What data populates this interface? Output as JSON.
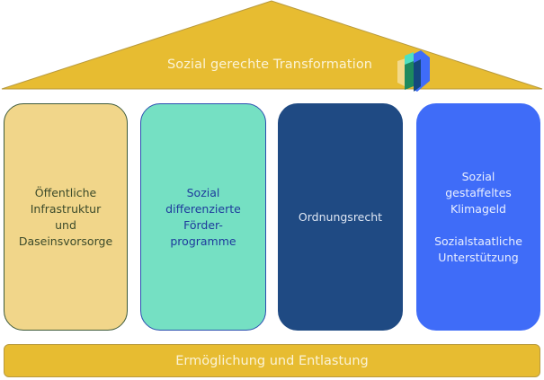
{
  "roof": {
    "title": "Sozial gerechte Transformation",
    "color": "#e7bc31",
    "logo_icon": "stacked-blocks-logo-icon"
  },
  "pillars": [
    {
      "label": "Öffentliche\nInfrastruktur\nund\nDaseinsvorsorge",
      "fill": "#f1d68a"
    },
    {
      "label": "Sozial\ndifferenzierte\nFörder-\nprogramme",
      "fill": "#75e0c3"
    },
    {
      "label": "Ordnungsrecht",
      "fill": "#1f4a83"
    },
    {
      "label": "Sozial\ngestaffeltes\nKlimageld\n\nSozialstaatliche\nUnterstützung",
      "fill": "#3f6cf8"
    }
  ],
  "base": {
    "label": "Ermöglichung und Entlastung",
    "color": "#e7bc31"
  }
}
